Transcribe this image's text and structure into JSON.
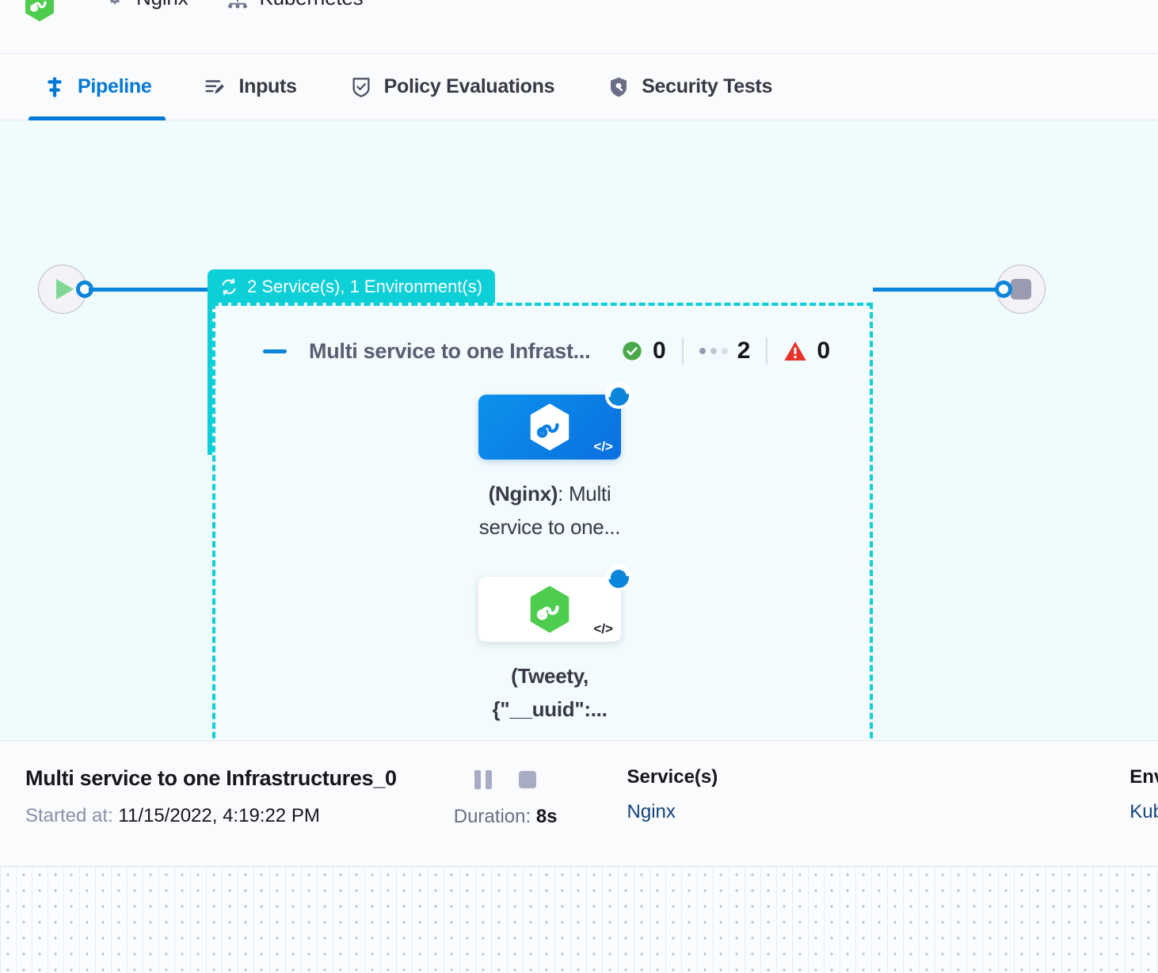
{
  "breadcrumb": {
    "items": [
      {
        "icon": "harness-hexagon-logo",
        "label": ""
      },
      {
        "icon": "gear-icon",
        "label": "Nginx"
      },
      {
        "icon": "infrastructure-icon",
        "label": "Kubernetes"
      }
    ]
  },
  "tabs": [
    {
      "id": "pipeline",
      "label": "Pipeline",
      "icon": "pipeline-icon",
      "active": true
    },
    {
      "id": "inputs",
      "label": "Inputs",
      "icon": "inputs-icon",
      "active": false
    },
    {
      "id": "policy",
      "label": "Policy Evaluations",
      "icon": "policy-shield-check-icon",
      "active": false
    },
    {
      "id": "security",
      "label": "Security Tests",
      "icon": "security-shield-icon",
      "active": false
    }
  ],
  "graph": {
    "group": {
      "badge_label": "2 Service(s), 1 Environment(s)",
      "badge_icon": "loop-repeat-icon",
      "badge_color": "#0ccfd8",
      "collapse_icon": "minus-collapse-icon",
      "title": "Multi service to one Infrast...",
      "status": {
        "success_count": "0",
        "running_count": "2",
        "failed_count": "0"
      }
    },
    "nodes": [
      {
        "id": "nginx-service",
        "icon": "harness-hexagon-logo-white",
        "badge_icon": "code-icon",
        "status_icon": "running-spinner-icon",
        "label_bold": "(Nginx)",
        "label_rest": ": Multi service to one...",
        "card_color": "#0b7fe4"
      },
      {
        "id": "tweety-service",
        "icon": "harness-hexagon-logo-green",
        "badge_icon": "code-icon",
        "status_icon": "running-spinner-icon",
        "label_bold": "(Tweety, {\"__uuid\":...",
        "label_rest": "",
        "card_color": "#ffffff"
      }
    ],
    "start_node": {
      "icon": "play-icon",
      "name": "pipeline-start"
    },
    "end_node": {
      "icon": "stop-square-icon",
      "name": "pipeline-end"
    }
  },
  "panel": {
    "title": "Multi service to one Infrastructures_0",
    "started_label": "Started at:",
    "started_value": "11/15/2022, 4:19:22 PM",
    "controls": [
      {
        "id": "pause",
        "icon": "pause-icon"
      },
      {
        "id": "stop",
        "icon": "stop-icon"
      }
    ],
    "duration_label": "Duration:",
    "duration_value": "8s",
    "services_label": "Service(s)",
    "services_value": "Nginx",
    "environments_label": "Envi",
    "environments_value": "Kube"
  }
}
